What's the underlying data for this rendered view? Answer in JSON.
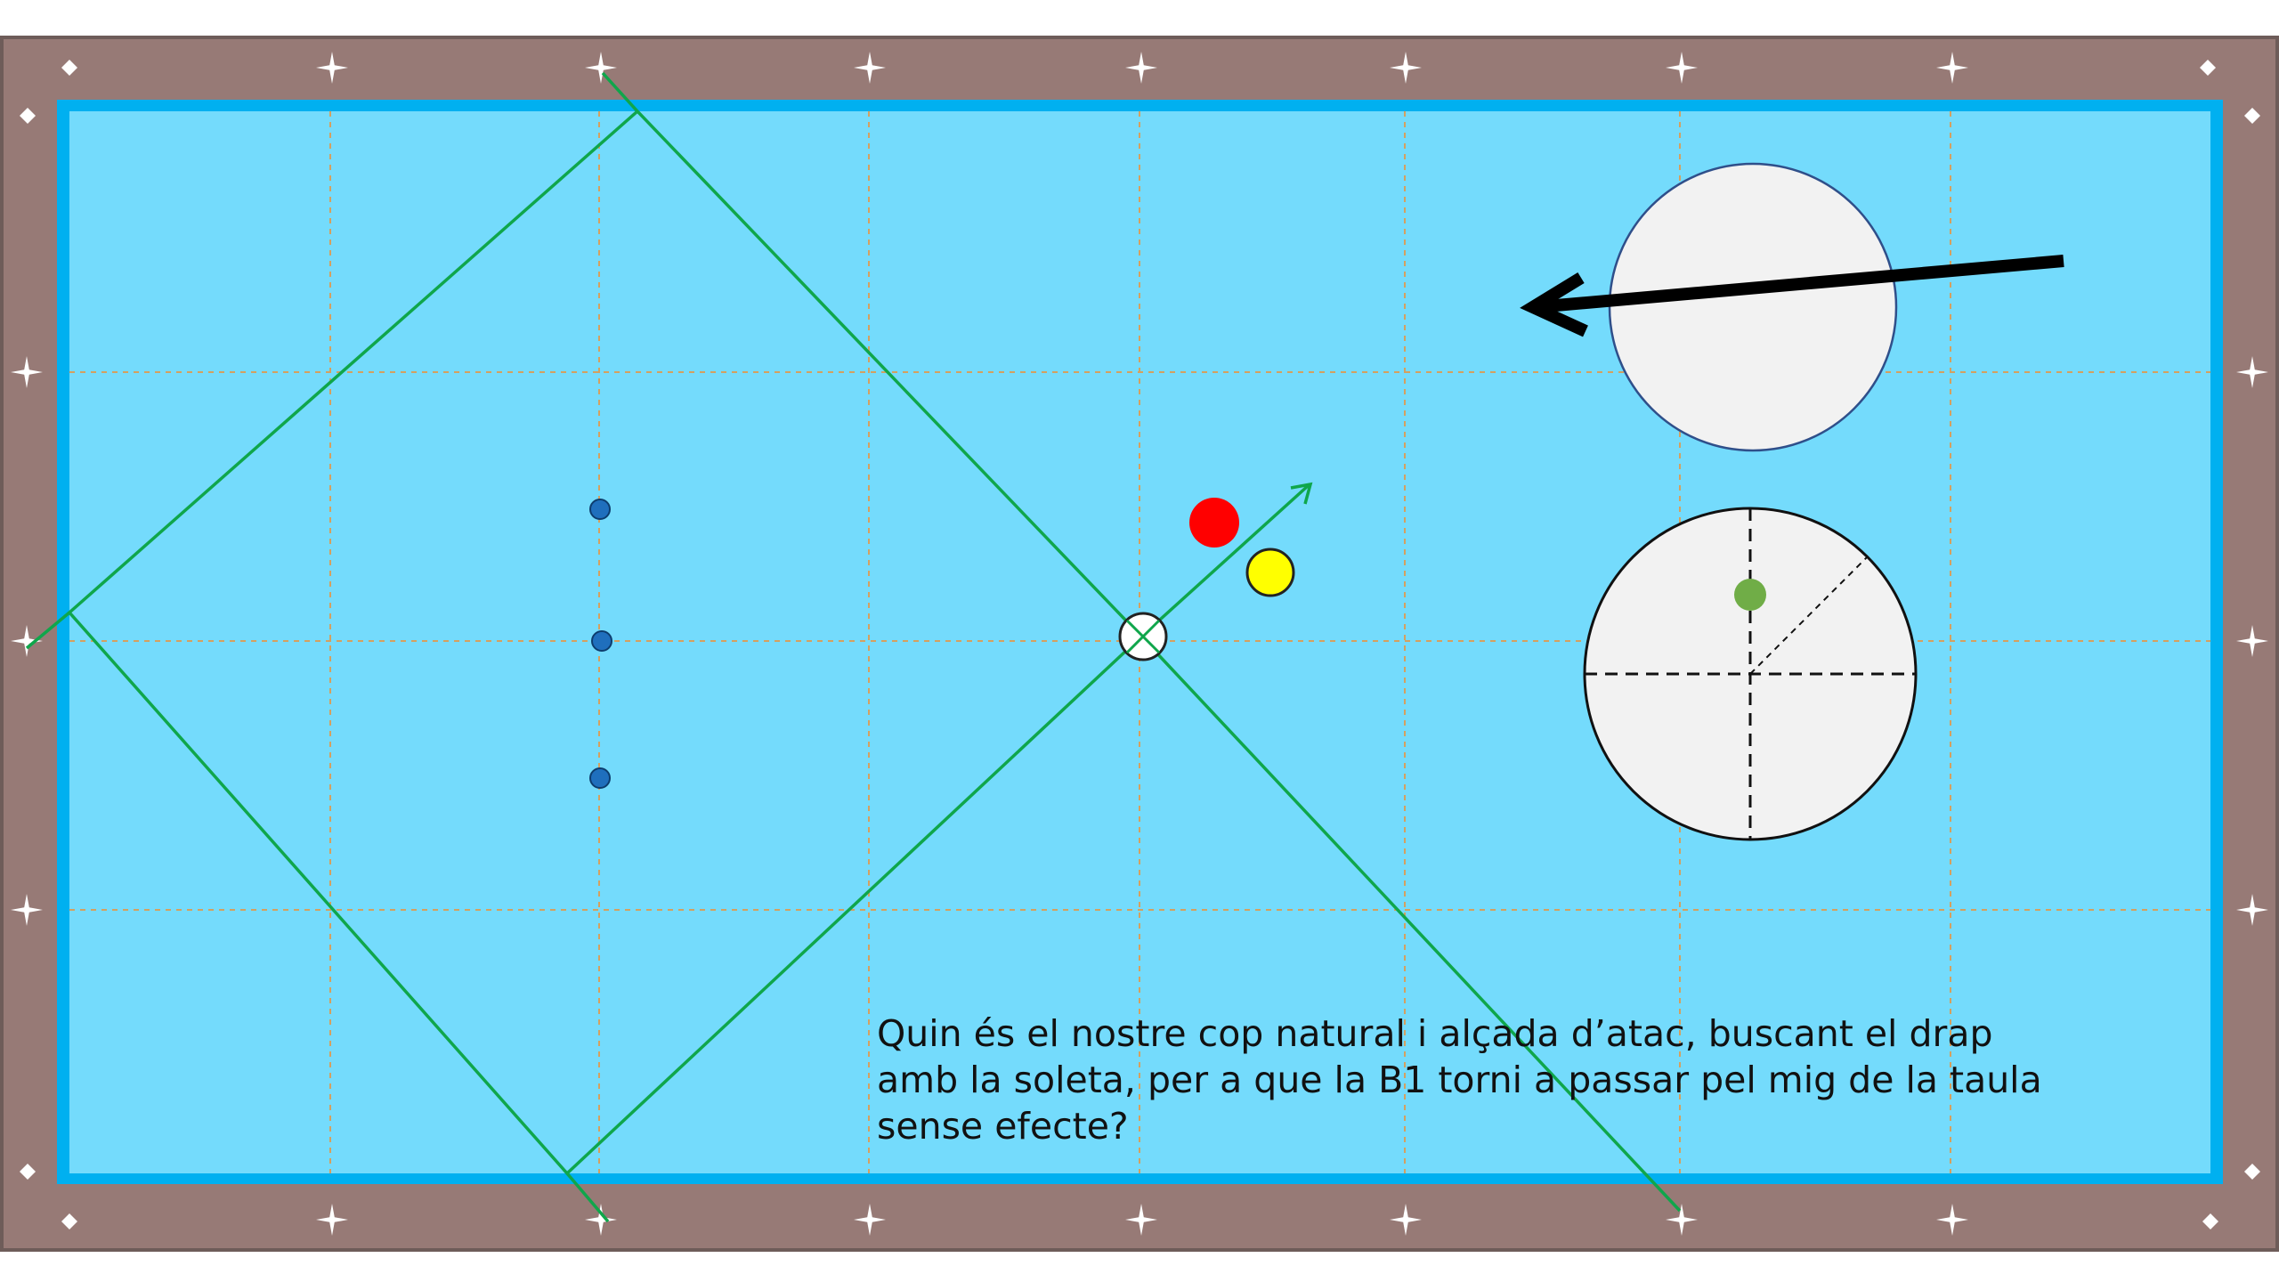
{
  "colors": {
    "rail": "#977a76",
    "rail_border": "#6e5c59",
    "cushion": "#00b0f0",
    "cloth": "#74dbfc",
    "grid": "#d4a060",
    "trajectory": "#0fa64b",
    "marker_ball": "#1f6fbd",
    "red_ball": "#ff0000",
    "yellow_ball": "#ffff00",
    "cue_ball": "#ffffff",
    "spin_dot": "#70ad47",
    "diagram_fill": "#f2f2f2",
    "arrow": "#000000"
  },
  "icons": {
    "diamond_marker": "diamond-icon",
    "star_marker": "four-point-star-icon",
    "direction_arrow": "arrow-left-icon"
  },
  "question": {
    "line1": "Quin és el nostre cop natural i alçada d’atac, buscant el drap",
    "line2": "amb la soleta, per a que la B1 torni a passar pel mig de la taula",
    "line3": "sense efecte?"
  }
}
